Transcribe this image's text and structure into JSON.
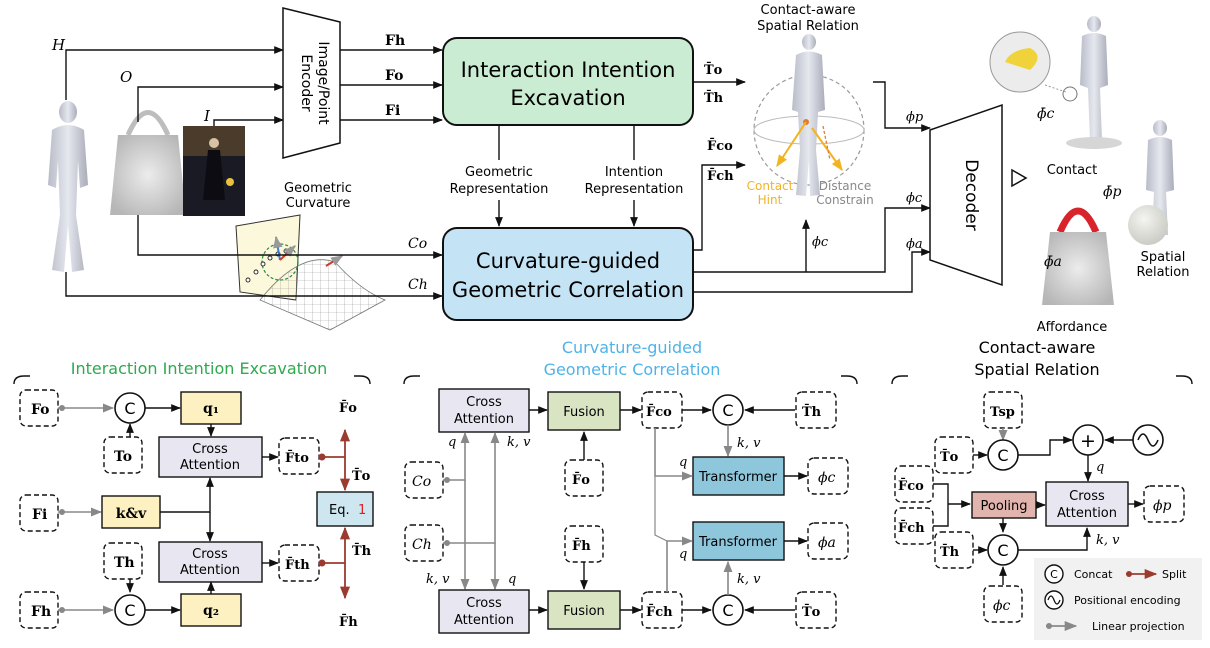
{
  "colors": {
    "green_section": "#2eaa4f",
    "blue_section": "#4fb3e8",
    "green_box": "#c9ecd3",
    "blue_box": "#c4e4f5",
    "cross_attn": "#e8e6f0",
    "fusion": "#d9e4c3",
    "transformer": "#8ec7db",
    "query_box": "#fdf1c2",
    "pooling": "#e2b4ae",
    "eq_box": "#cde6f0",
    "split_arrow": "#9b3b2f",
    "contact_hint": "#f2b321",
    "eq_ref": "#e02020"
  },
  "top": {
    "encoder": "Image/Point Encoder",
    "iie_title": "Interaction Intention Excavation",
    "cgc_title": "Curvature-guided Geometric Correlation",
    "geo_rep": "Geometric Representation",
    "int_rep": "Intention Representation",
    "geo_curv": "Geometric Curvature",
    "casr_title": "Contact-aware Spatial Relation",
    "contact_hint": "Contact Hint",
    "distance": "Distance Constrain",
    "decoder": "Decoder",
    "contact": "Contact",
    "spatial": "Spatial Relation",
    "affordance": "Affordance",
    "inputs": {
      "H": "H",
      "O": "O",
      "I": "I"
    },
    "features": {
      "Fh": "Fh",
      "Fo": "Fo",
      "Fi": "Fi",
      "Co": "Co",
      "Ch": "Ch"
    },
    "tokens": {
      "To": "T̄o",
      "Th": "T̄h",
      "Fco": "F̄co",
      "Fch": "F̄ch"
    },
    "phis": {
      "phi_p": "ϕp",
      "phi_c": "ϕc",
      "phi_a": "ϕa"
    },
    "outs": {
      "phi_c_bar": "ϕ̄c",
      "phi_p_bar": "ϕ̄p",
      "phi_a_bar": "ϕ̄a"
    }
  },
  "iie": {
    "section": "Interaction Intention Excavation",
    "cross": "Cross Attention",
    "q1": "q₁",
    "q2": "q₂",
    "kv": "k&v",
    "eq": "Eq.",
    "eq_num": "1",
    "Fo": "Fo",
    "Fi": "Fi",
    "Fh": "Fh",
    "To": "To",
    "Th": "Th",
    "Fto": "F̄to",
    "Fth": "F̄th",
    "Fo_bar": "F̄o",
    "To_bar": "T̄o",
    "Th_bar": "T̄h",
    "Fh_bar": "F̄h",
    "concat": "C"
  },
  "cgc": {
    "section": "Curvature-guided Geometric Correlation",
    "cross": "Cross Attention",
    "fusion": "Fusion",
    "transformer": "Transformer",
    "Co": "Co",
    "Ch": "Ch",
    "Fo": "F̄o",
    "Fh": "F̄h",
    "Fco": "F̄co",
    "Fch": "F̄ch",
    "Th": "T̄h",
    "To": "T̄o",
    "phi_c": "ϕc",
    "phi_a": "ϕa",
    "q": "q",
    "kv": "k, v",
    "concat": "C"
  },
  "casr": {
    "section": "Contact-aware Spatial Relation",
    "Tsp": "Tsp",
    "To": "T̄o",
    "Th": "T̄h",
    "Fco": "F̄co",
    "Fch": "F̄ch",
    "pooling": "Pooling",
    "cross": "Cross Attention",
    "phi_p": "ϕp",
    "phi_c": "ϕc",
    "q": "q",
    "kv": "k, v",
    "plus": "+",
    "concat": "C"
  },
  "legend": {
    "concat": "Concat",
    "split": "Split",
    "pos": "Positional encoding",
    "linear": "Linear projection",
    "concat_glyph": "C"
  }
}
